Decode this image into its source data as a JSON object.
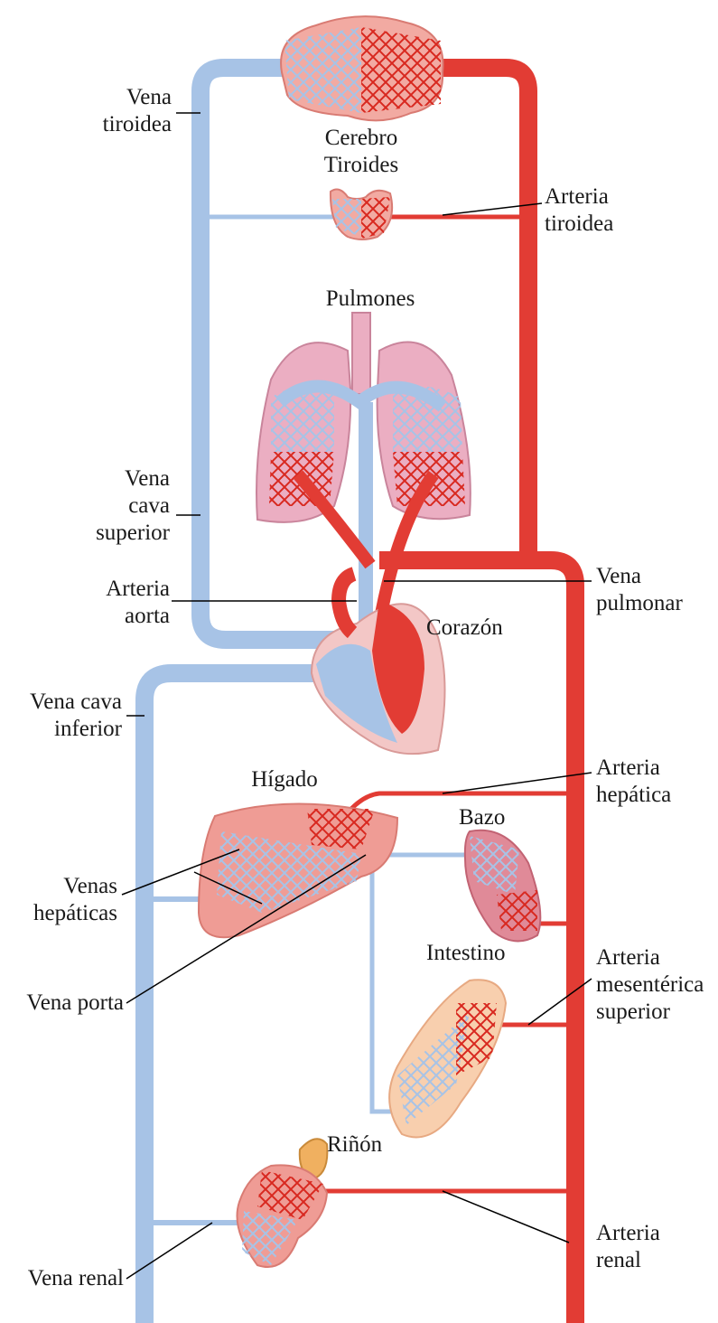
{
  "colors": {
    "vein": "#a7c3e6",
    "artery": "#e23c34",
    "organ": "#ef9c95",
    "organ_light": "#f4bdb6",
    "lung": "#ebaec2",
    "heart_outline": "#f3c7c6",
    "kidney_cap": "#f0b060",
    "leader": "#000000"
  },
  "labels": {
    "vena_tiroidea": [
      "Vena",
      "tiroidea"
    ],
    "cerebro": "Cerebro",
    "tiroides": "Tiroides",
    "arteria_tiroidea": [
      "Arteria",
      "tiroidea"
    ],
    "pulmones": "Pulmones",
    "vena_cava_superior": [
      "Vena",
      "cava",
      "superior"
    ],
    "arteria_aorta": [
      "Arteria",
      "aorta"
    ],
    "vena_pulmonar": [
      "Vena",
      "pulmonar"
    ],
    "corazon": "Corazón",
    "vena_cava_inferior": [
      "Vena cava",
      "inferior"
    ],
    "higado": "Hígado",
    "arteria_hepatica": [
      "Arteria",
      "hepática"
    ],
    "bazo": "Bazo",
    "venas_hepaticas": [
      "Venas",
      "hepáticas"
    ],
    "intestino": "Intestino",
    "arteria_mesenterica": [
      "Arteria",
      "mesentérica",
      "superior"
    ],
    "vena_porta": "Vena porta",
    "rinon": "Riñón",
    "arteria_renal": [
      "Arteria",
      "renal"
    ],
    "vena_renal": "Vena renal"
  }
}
